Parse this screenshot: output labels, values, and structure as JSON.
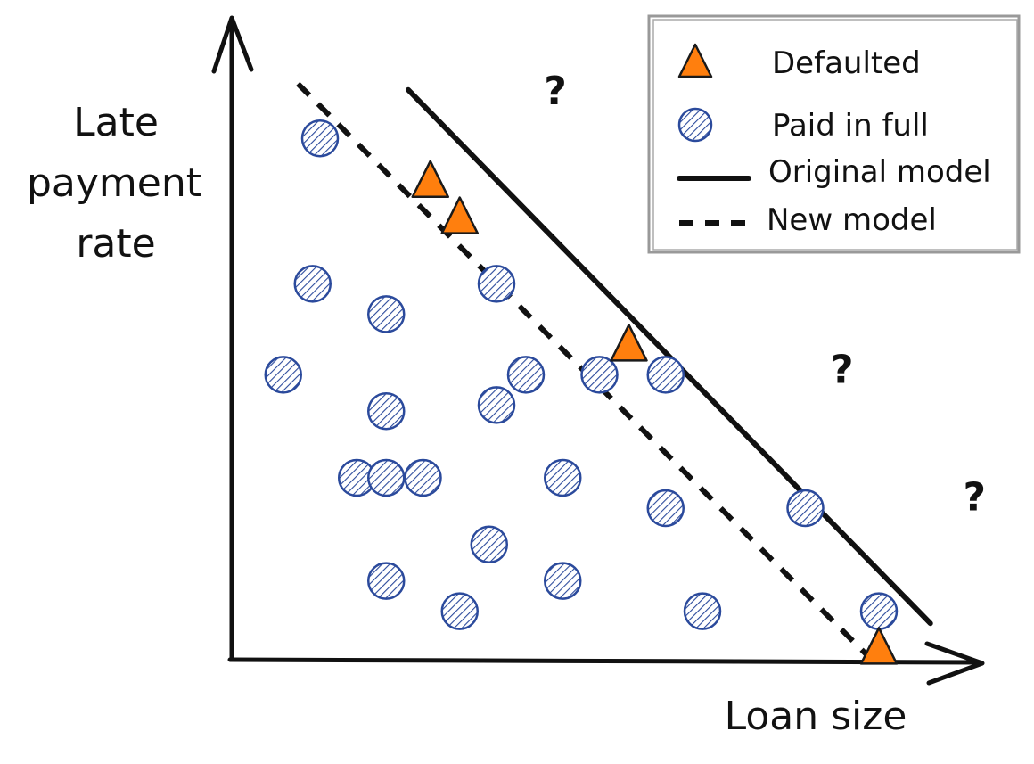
{
  "chart_data": {
    "type": "scatter",
    "title": "",
    "xlabel": "Loan size",
    "ylabel_lines": [
      "Late",
      "payment",
      "rate"
    ],
    "xlim": [
      0,
      100
    ],
    "ylim": [
      0,
      100
    ],
    "grid": false,
    "legend_position": "top-right",
    "legend": {
      "defaulted": "Defaulted",
      "paid": "Paid in full",
      "original": "Original model",
      "new": "New model"
    },
    "colors": {
      "defaulted": "#ff7f0e",
      "paid": "#2b4a9c",
      "annotation": "#cc2b2b",
      "line": "#111111"
    },
    "series": [
      {
        "name": "Paid in full",
        "marker": "circle",
        "points": [
          [
            12,
            86
          ],
          [
            11,
            62
          ],
          [
            21,
            57
          ],
          [
            7,
            47
          ],
          [
            21,
            41
          ],
          [
            36,
            62
          ],
          [
            40,
            47
          ],
          [
            36,
            42
          ],
          [
            17,
            30
          ],
          [
            21,
            30
          ],
          [
            26,
            30
          ],
          [
            45,
            30
          ],
          [
            59,
            25
          ],
          [
            35,
            19
          ],
          [
            21,
            13
          ],
          [
            45,
            13
          ],
          [
            31,
            8
          ],
          [
            64,
            8
          ],
          [
            78,
            25
          ],
          [
            88,
            8
          ],
          [
            50,
            47
          ],
          [
            59,
            47
          ]
        ]
      },
      {
        "name": "Defaulted",
        "marker": "triangle",
        "points": [
          [
            27,
            79
          ],
          [
            31,
            73
          ],
          [
            54,
            52
          ],
          [
            88,
            2
          ]
        ]
      }
    ],
    "lines": [
      {
        "name": "Original model",
        "style": "solid",
        "from": [
          24,
          94
        ],
        "to": [
          95,
          6
        ]
      },
      {
        "name": "New model",
        "style": "dashed",
        "from": [
          9,
          95
        ],
        "to": [
          87,
          0
        ]
      }
    ],
    "annotations": [
      {
        "text": "?",
        "x": 44,
        "y": 94
      },
      {
        "text": "?",
        "x": 83,
        "y": 48
      },
      {
        "text": "?",
        "x": 101,
        "y": 27
      }
    ]
  }
}
